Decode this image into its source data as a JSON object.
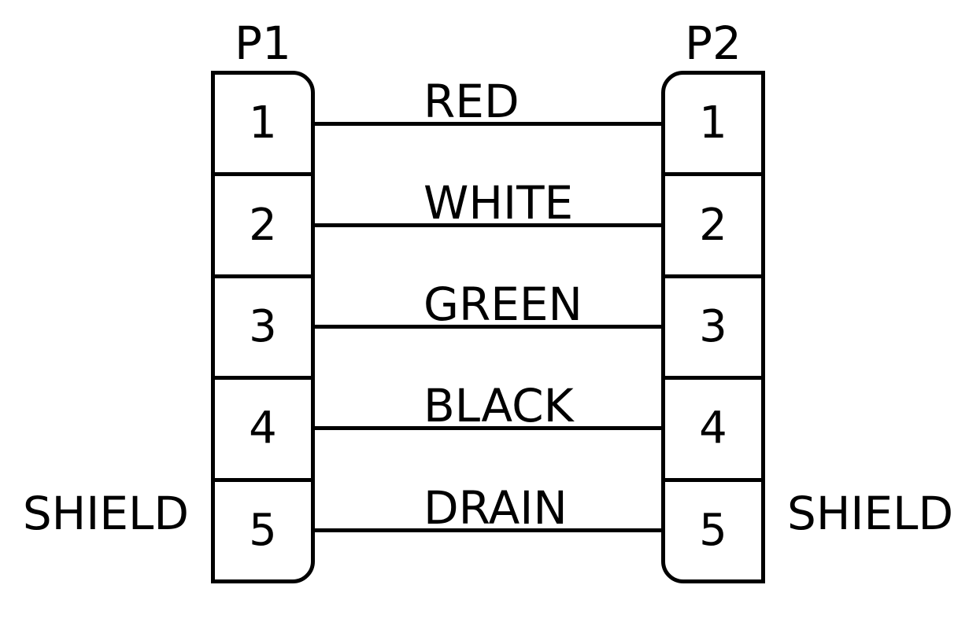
{
  "diagram": {
    "type": "cable-pinout-wiring-diagram",
    "background_color": "#ffffff",
    "line_color": "#000000",
    "connectors": [
      {
        "label": "P1",
        "side": "left",
        "shield_label": "SHIELD",
        "pins": [
          "1",
          "2",
          "3",
          "4",
          "5"
        ]
      },
      {
        "label": "P2",
        "side": "right",
        "shield_label": "SHIELD",
        "pins": [
          "1",
          "2",
          "3",
          "4",
          "5"
        ]
      }
    ],
    "wires": [
      {
        "from_pin": "1",
        "to_pin": "1",
        "label": "RED"
      },
      {
        "from_pin": "2",
        "to_pin": "2",
        "label": "WHITE"
      },
      {
        "from_pin": "3",
        "to_pin": "3",
        "label": "GREEN"
      },
      {
        "from_pin": "4",
        "to_pin": "4",
        "label": "BLACK"
      },
      {
        "from_pin": "5",
        "to_pin": "5",
        "label": "DRAIN"
      }
    ]
  }
}
